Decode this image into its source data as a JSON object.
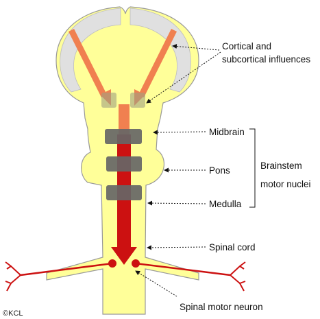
{
  "labels": {
    "cortical_line1": "Cortical and",
    "cortical_line2": "subcortical influences",
    "midbrain": "Midbrain",
    "pons": "Pons",
    "medulla": "Medulla",
    "brainstem_line1": "Brainstem",
    "brainstem_line2": "motor nuclei",
    "spinal_cord": "Spinal cord",
    "spinal_motor_neuron": "Spinal motor neuron",
    "copyright": "©KCL"
  },
  "colors": {
    "neural_tissue": "#ffff99",
    "outline": "#999999",
    "cortex": "#e0e0e0",
    "cortical_pathway": "#f08050",
    "motor_pathway": "#cc1111",
    "nucleus": "#707070",
    "subcortical_nucleus": "#b0b090"
  }
}
